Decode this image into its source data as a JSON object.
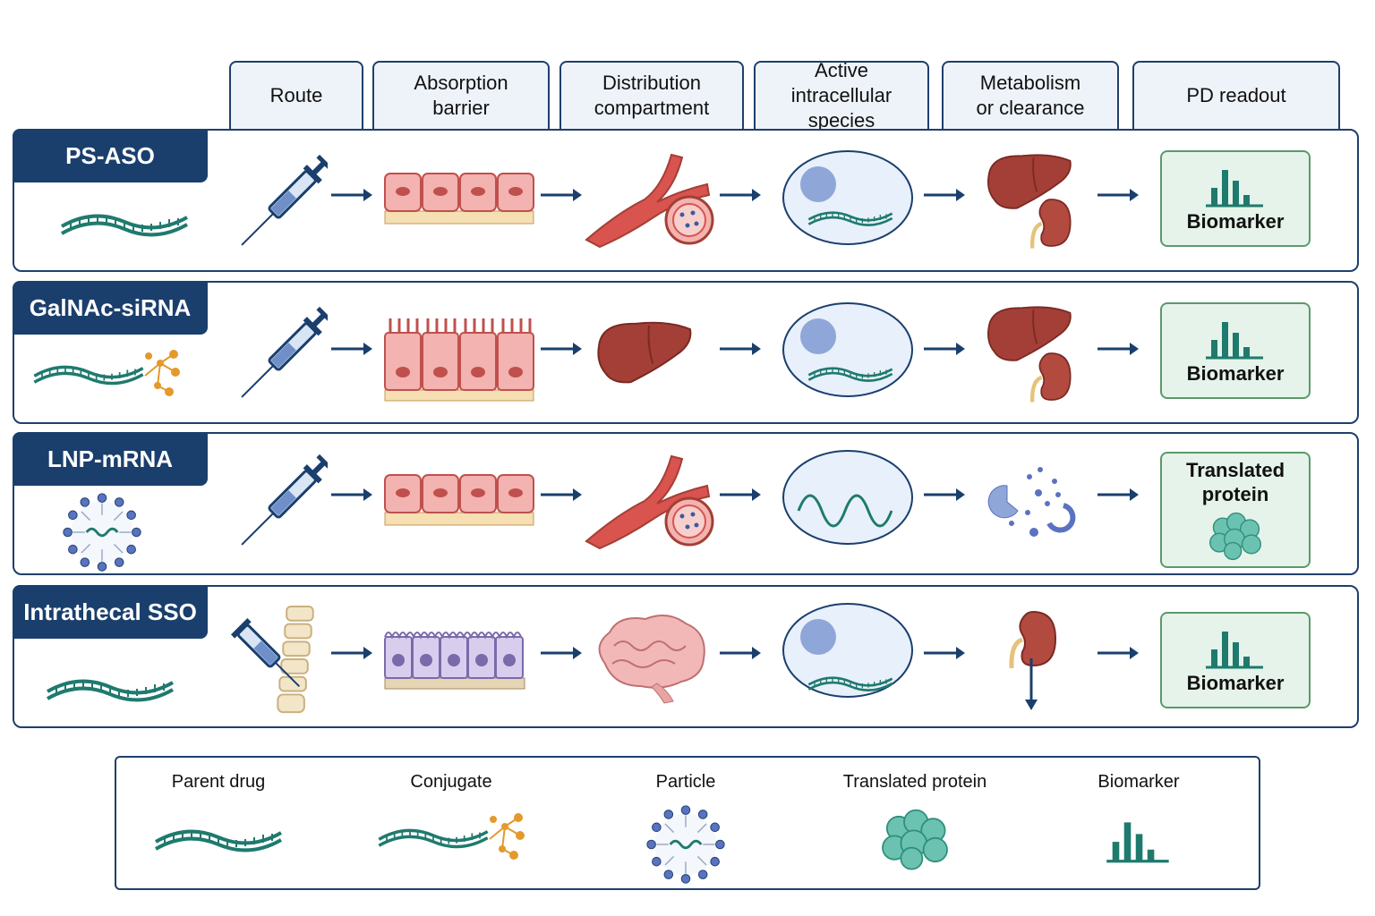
{
  "columns": {
    "route": "Route",
    "absorption": "Absorption\nbarrier",
    "distribution": "Distribution\ncompartment",
    "active": "Active\nintracellular species",
    "metabolism": "Metabolism\nor clearance",
    "pd": "PD readout"
  },
  "rows": [
    {
      "label": "PS-ASO",
      "pd_label": "Biomarker"
    },
    {
      "label": "GalNAc-siRNA",
      "pd_label": "Biomarker"
    },
    {
      "label": "LNP-mRNA",
      "pd_label": "Translated\nprotein"
    },
    {
      "label": "Intrathecal SSO",
      "pd_label": "Biomarker"
    }
  ],
  "legend": {
    "parent_drug": "Parent drug",
    "conjugate": "Conjugate",
    "particle": "Particle",
    "translated_protein": "Translated protein",
    "biomarker": "Biomarker"
  },
  "colors": {
    "navy": "#1a3f6d",
    "strand": "#1f7a6e",
    "tissue": "#f3b3b0",
    "organ": "#a33f36",
    "cell": "#e8f0fb",
    "pd_fill": "#e6f3ea",
    "conjugate": "#e39a2b"
  },
  "icons": [
    "syringe-icon",
    "epithelium-icon",
    "vessel-icon",
    "cell-icon",
    "liver-icon",
    "kidney-icon",
    "brain-icon",
    "spine-icon",
    "biomarker-icon",
    "protein-icon",
    "particle-icon",
    "strand-icon"
  ]
}
